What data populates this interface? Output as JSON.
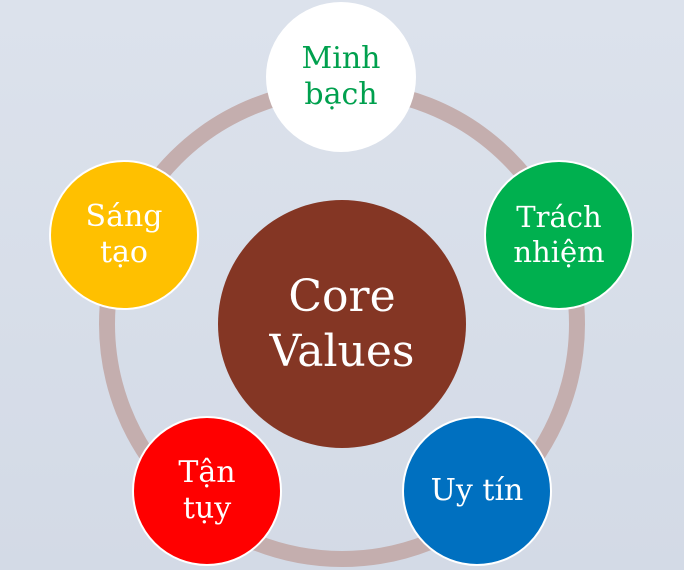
{
  "diagram": {
    "center": {
      "lines": [
        "Core",
        "Values"
      ],
      "color": "#843624"
    },
    "ring_color": "#c4aeae",
    "values": [
      {
        "lines": [
          "Minh",
          "bạch"
        ],
        "fill": "#ffffff",
        "text_color": "#00a04e"
      },
      {
        "lines": [
          "Trách",
          "nhiệm"
        ],
        "fill": "#00b04f",
        "text_color": "#ffffff"
      },
      {
        "lines": [
          "Uy tín"
        ],
        "fill": "#0070c0",
        "text_color": "#ffffff"
      },
      {
        "lines": [
          "Tận",
          "tụy"
        ],
        "fill": "#ff0000",
        "text_color": "#ffffff"
      },
      {
        "lines": [
          "Sáng",
          "tạo"
        ],
        "fill": "#ffc000",
        "text_color": "#ffffff"
      }
    ]
  }
}
